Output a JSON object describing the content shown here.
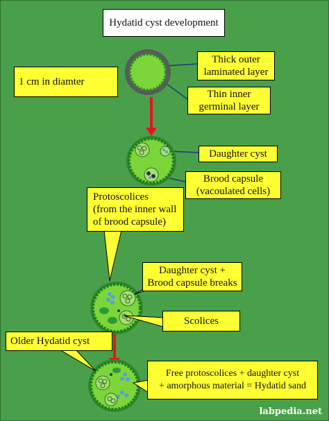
{
  "title": "Hydatid cyst development",
  "labels": {
    "size": "1 cm in diamter",
    "outer_layer": "Thick outer\nlaminated layer",
    "inner_layer": "Thin inner\ngerminal layer",
    "daughter_cyst": "Daughter cyst",
    "brood_capsule": "Brood capsule\n(vacoulated cells)",
    "protoscolices": "Protoscolices\n(from the inner wall\nof brood capsule)",
    "breaks": "Daughter cyst +\nBrood capsule breaks",
    "scolices": "Scolices",
    "older_cyst": "Older Hydatid cyst",
    "hydatid_sand": "Free protoscolices + daughter cyst\n+ amorphous material = Hydatid sand"
  },
  "credit": "labpedia.net",
  "colors": {
    "background": "#4aa04a",
    "callout": "#ffff33",
    "cyst_fill": "#7cd63a",
    "outer_ring": "#5a5a5a",
    "arrow": "#e8141c"
  }
}
